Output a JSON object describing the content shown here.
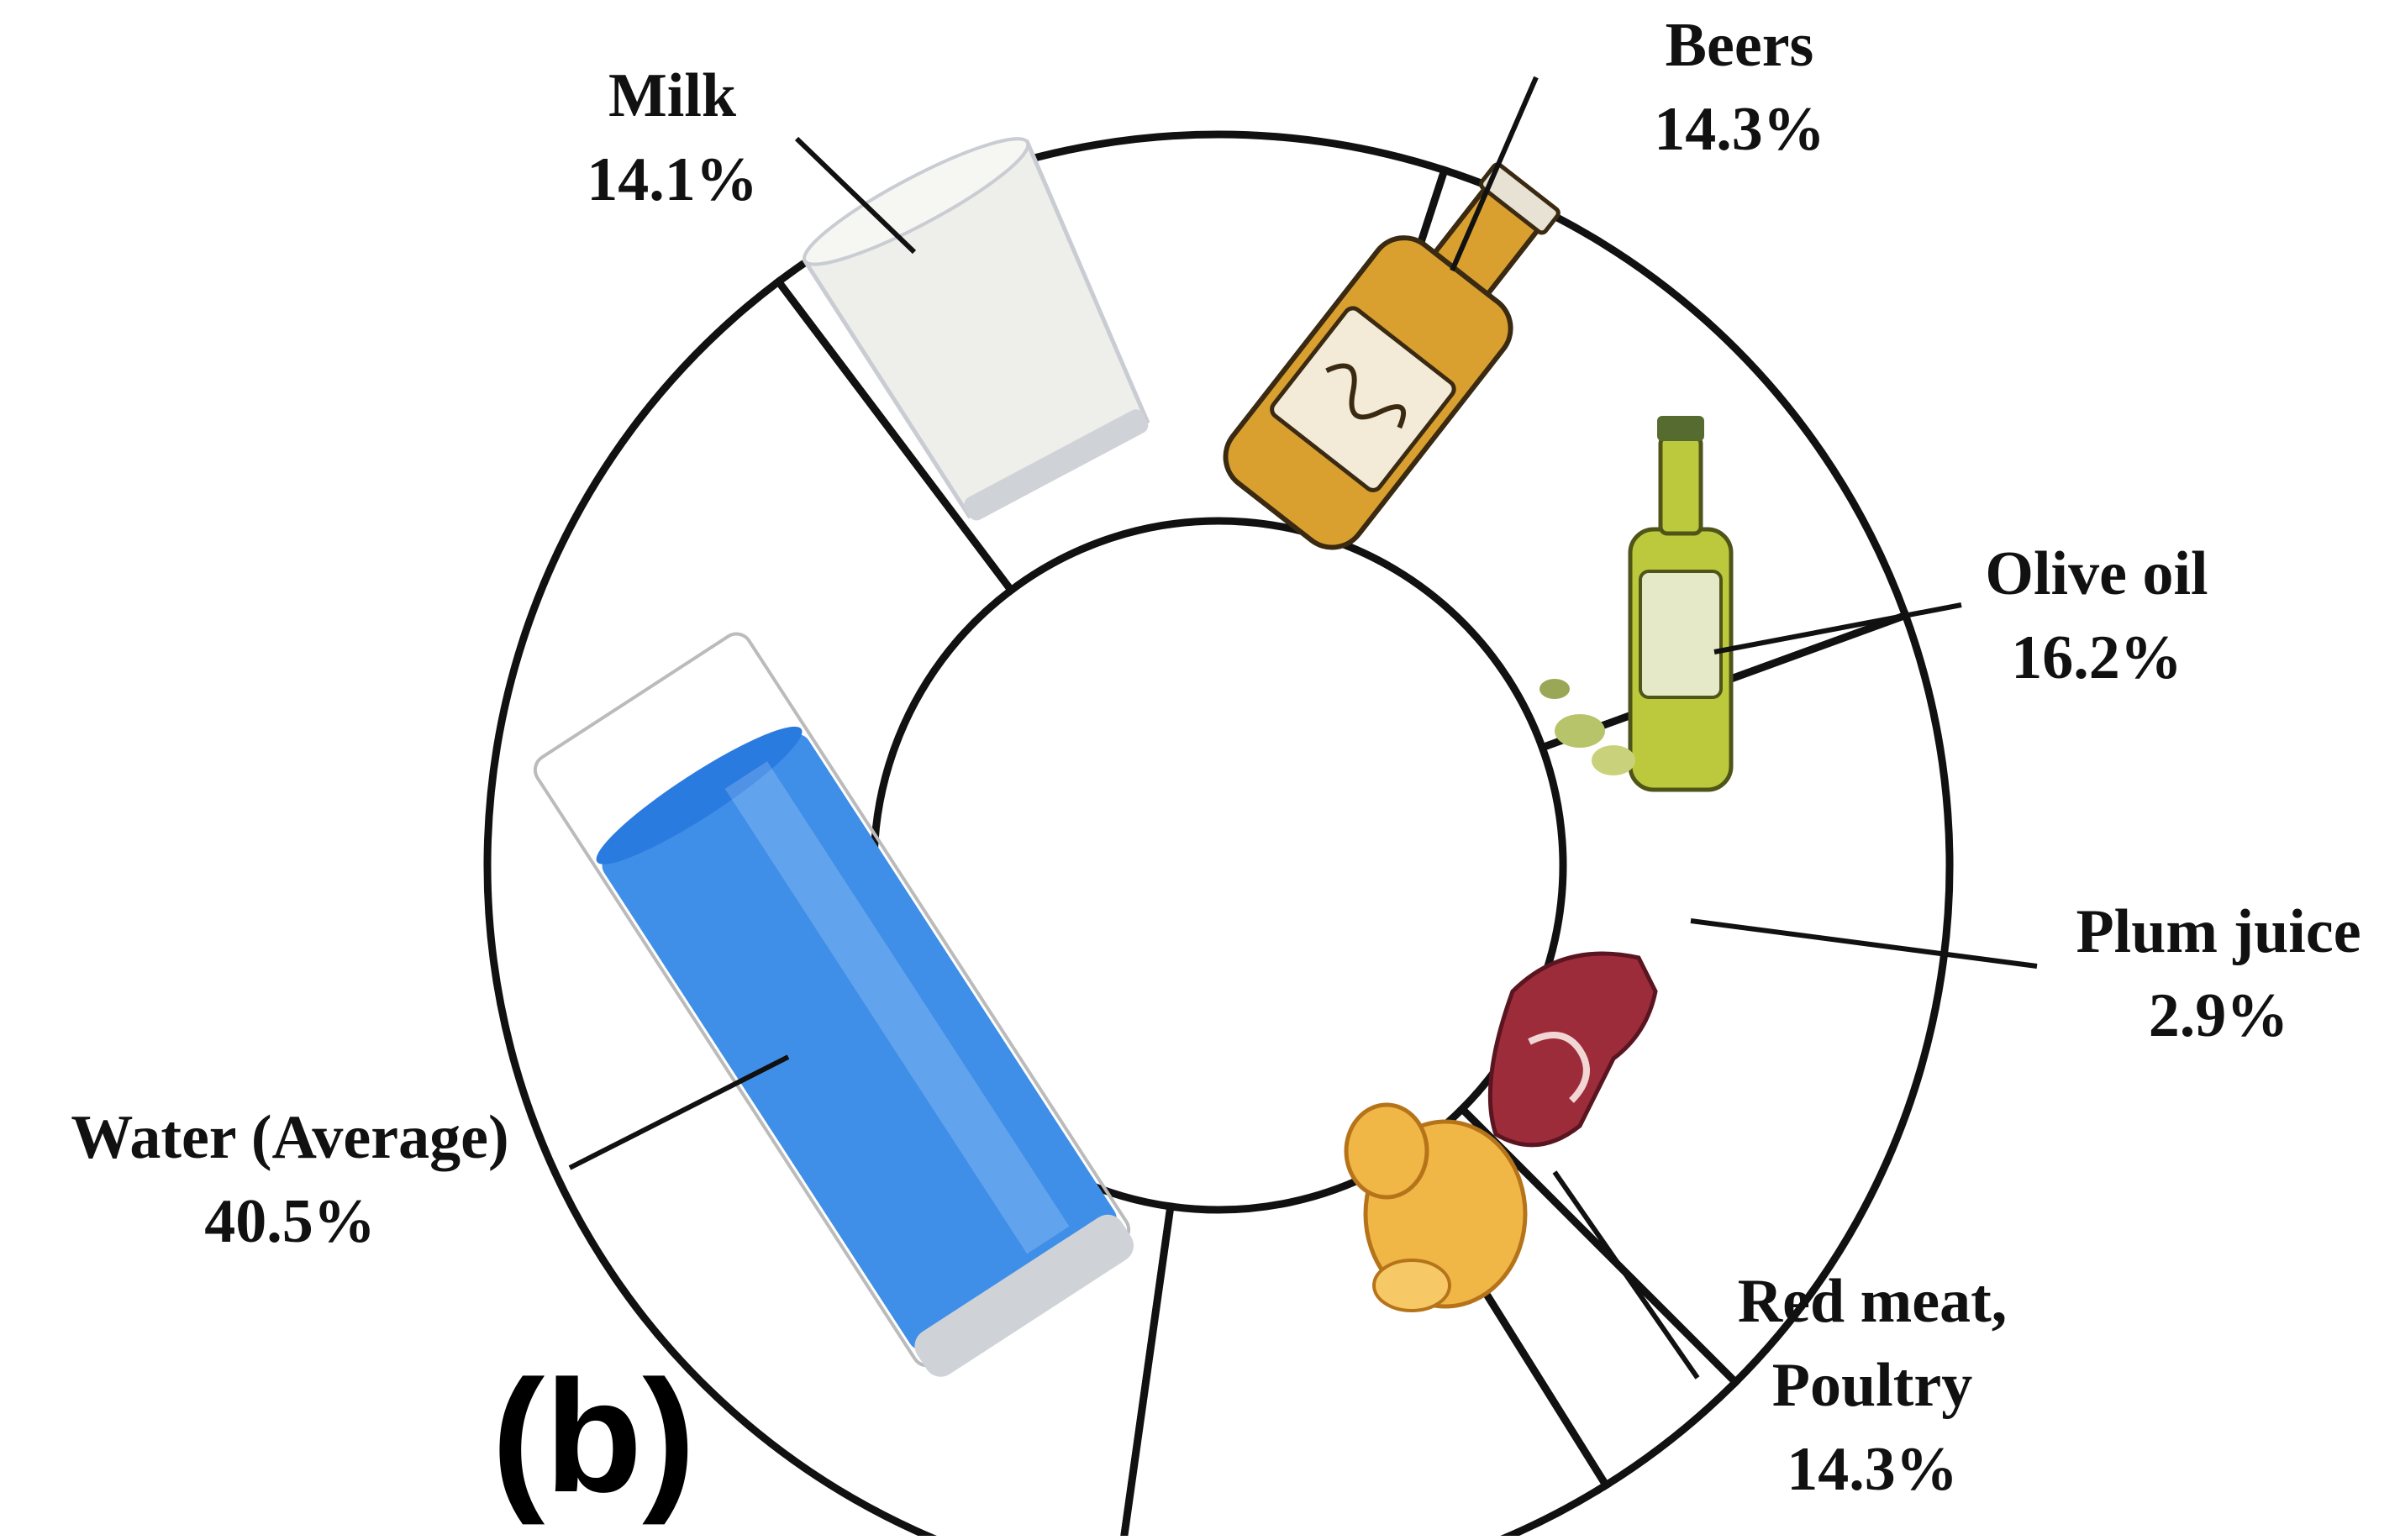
{
  "panel_label": "(b)",
  "chart_data": {
    "type": "pie",
    "variant": "donut",
    "categories": [
      "Water (Average)",
      "Milk",
      "Beers",
      "Olive oil",
      "Plum juice",
      "Red meat, Poultry"
    ],
    "values": [
      40.5,
      14.1,
      14.3,
      16.2,
      2.9,
      14.3
    ],
    "units": "%",
    "labels": [
      {
        "lines": [
          "Water (Average)",
          "40.5%"
        ],
        "icon": "water-glass-icon"
      },
      {
        "lines": [
          "Milk",
          "14.1%"
        ],
        "icon": "milk-glass-icon"
      },
      {
        "lines": [
          "Beers",
          "14.3%"
        ],
        "icon": "beer-bottle-icon"
      },
      {
        "lines": [
          "Olive oil",
          "16.2%"
        ],
        "icon": "olive-oil-bottle-icon"
      },
      {
        "lines": [
          "Plum juice",
          "2.9%"
        ],
        "icon": ""
      },
      {
        "lines": [
          "Red meat,",
          "Poultry",
          "14.3%"
        ],
        "icon": "meat-poultry-icon"
      }
    ],
    "title": "",
    "legend": "none",
    "colors": {
      "slice_fill": "#ffffff",
      "slice_stroke": "#111111",
      "water": "#3f8fe8",
      "milk": "#eeeeea",
      "beer": "#d9a030",
      "olive_oil": "#bcc93d",
      "meat": "#9d2c3a",
      "poultry": "#f0b646"
    }
  }
}
